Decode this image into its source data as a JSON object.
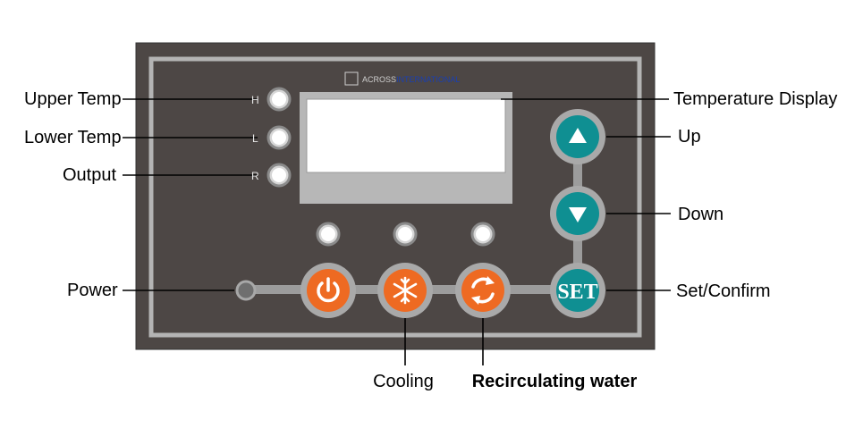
{
  "brand": {
    "part1": "ACROSS",
    "part2": "INTERNATIONAL"
  },
  "indicators": {
    "upper": "H",
    "lower": "L",
    "output": "R"
  },
  "callouts": {
    "upper_temp": "Upper Temp",
    "lower_temp": "Lower Temp",
    "output": "Output",
    "power": "Power",
    "temperature_display": "Temperature Display",
    "up": "Up",
    "down": "Down",
    "set_confirm": "Set/Confirm",
    "cooling": "Cooling",
    "recirculating_water": "Recirculating water"
  },
  "buttons": {
    "set": "SET"
  },
  "icons": {
    "power": "power-icon",
    "cooling": "snowflake-icon",
    "recirculate": "recirculate-icon",
    "up": "triangle-up-icon",
    "down": "triangle-down-icon"
  },
  "colors": {
    "panel": "#4d4745",
    "panel_border": "#b4b4b4",
    "orange_button": "#ee6a22",
    "teal_button": "#0f8f92",
    "brand_blue": "#1a3fb0"
  }
}
